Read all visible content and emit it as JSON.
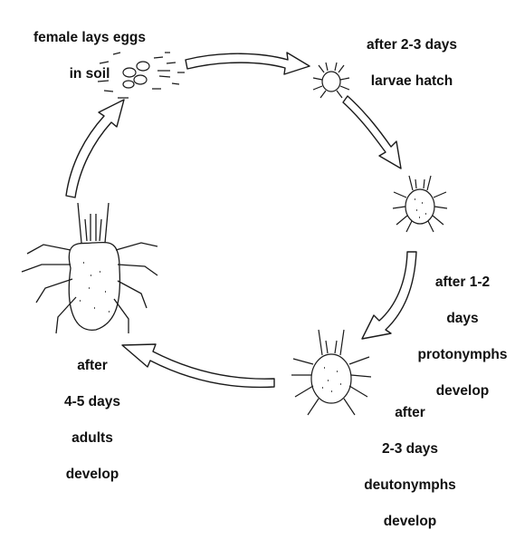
{
  "diagram": {
    "stages": {
      "eggs": {
        "line1": "female lays eggs",
        "line2": "in soil"
      },
      "larvae": {
        "line1": "after 2-3 days",
        "line2": "larvae hatch"
      },
      "protonymphs": {
        "line1": "after 1-2",
        "line2": "days",
        "line3": "protonymphs",
        "line4": "develop"
      },
      "deutonymphs": {
        "line1": "after",
        "line2": "2-3 days",
        "line3": "deutonymphs",
        "line4": "develop"
      },
      "adults": {
        "line1": "after",
        "line2": "4-5 days",
        "line3": "adults",
        "line4": "develop"
      }
    }
  }
}
